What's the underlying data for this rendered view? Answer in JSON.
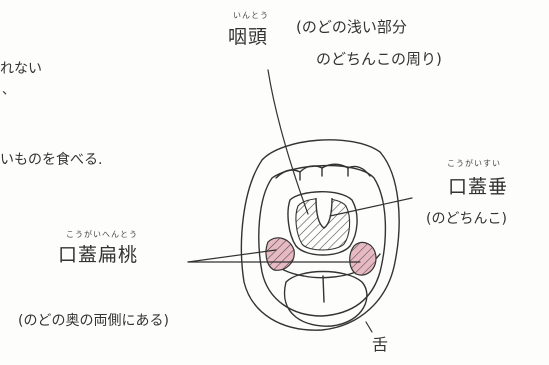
{
  "left_fragments": [
    "れない",
    "、",
    "いものを食べる."
  ],
  "pharynx": {
    "reading": "いんとう",
    "term": "咽頭",
    "note_line1": "(のどの浅い部分",
    "note_line2": "のどちんこの周り)"
  },
  "uvula": {
    "reading": "こうがいすい",
    "term": "口蓋垂",
    "note": "(のどちんこ)"
  },
  "tonsil": {
    "reading": "こうがいへんとう",
    "term": "口蓋扁桃",
    "note": "(のどの奥の両側にある)"
  },
  "tongue": {
    "term": "舌"
  },
  "colors": {
    "ink": "#333333",
    "tonsil_fill": "#e7b9c2",
    "paper": "#fdfdfc"
  }
}
